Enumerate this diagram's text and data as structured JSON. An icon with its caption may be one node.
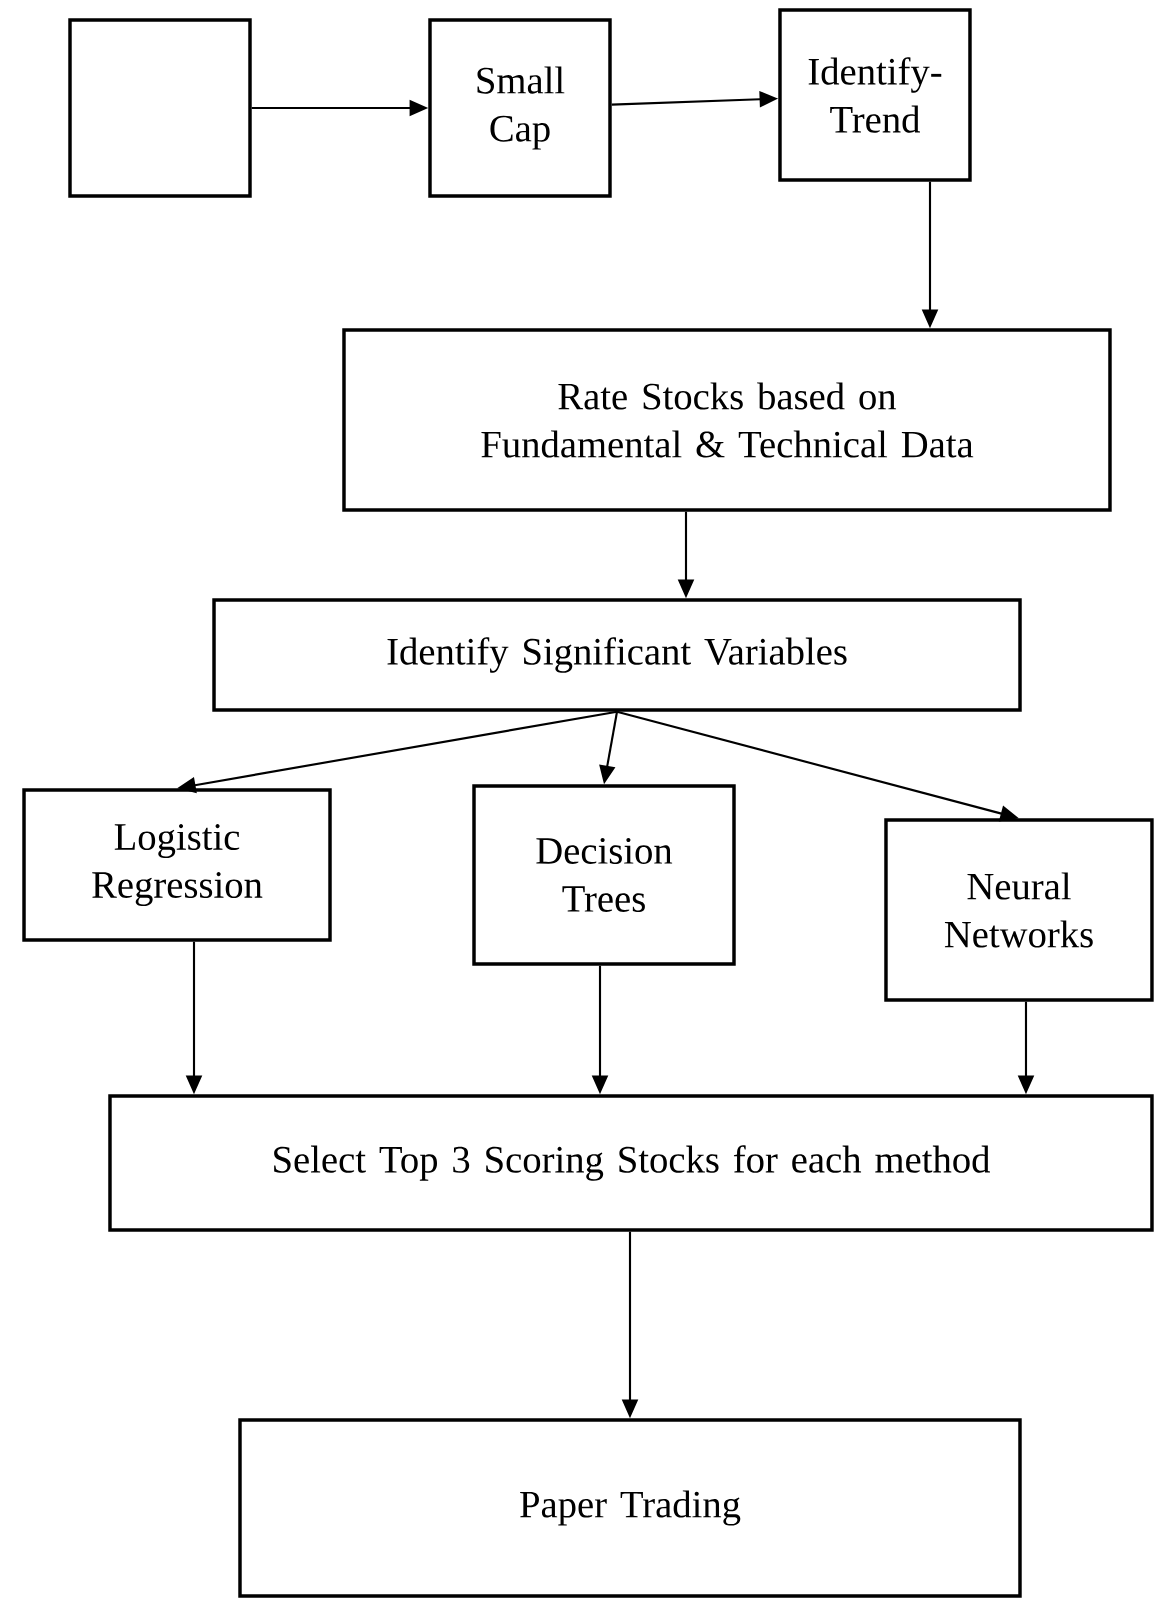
{
  "diagram": {
    "nodes": [
      {
        "text": [],
        "shape": "box"
      },
      {
        "text": [
          "Small Cap"
        ]
      },
      {
        "text": [
          "Identify- Trend"
        ]
      },
      {
        "text": [
          "Rate Stocks based on Fundamental & Technical Data"
        ]
      },
      {
        "text": [
          "Identify Significant Variables"
        ]
      },
      {
        "text": [
          "Logistic Regression"
        ]
      },
      {
        "text": [
          "Decision Trees"
        ]
      },
      {
        "text": [
          "Neural Networks"
        ]
      },
      {
        "text": [
          "Select Top 3 Scoring Stocks for each method"
        ]
      },
      {
        "text": [
          "Paper Trading"
        ]
      }
    ],
    "edges": [
      {
        "from": 0,
        "to": 1,
        "arrow": "to"
      },
      {
        "from": 1,
        "to": 2,
        "arrow": "to"
      },
      {
        "from": 2,
        "to": 3,
        "arrow": "to"
      },
      {
        "from": 3,
        "to": 4,
        "arrow": "to"
      },
      {
        "from": 4,
        "to": 5,
        "arrow": "to"
      },
      {
        "from": 4,
        "to": 6,
        "arrow": "to"
      },
      {
        "from": 4,
        "to": 7,
        "arrow": "to"
      },
      {
        "from": 5,
        "to": 8,
        "arrow": "to"
      },
      {
        "from": 6,
        "to": 8,
        "arrow": "to"
      },
      {
        "from": 7,
        "to": 8,
        "arrow": "to"
      },
      {
        "from": 8,
        "to": 9,
        "arrow": "to"
      }
    ]
  }
}
